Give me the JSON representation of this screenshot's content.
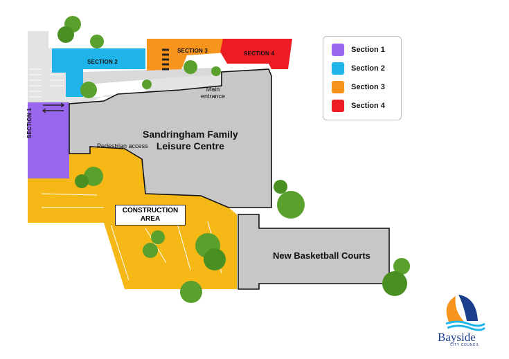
{
  "colors": {
    "section_1": "#9966ee",
    "section_2": "#1fb5ea",
    "section_3": "#f7941d",
    "section_4": "#ed1c24",
    "construction": "#f6b817",
    "building": "#c7c7c7",
    "road": "#e3e3e3",
    "tree": "#5aa02c",
    "logo_blue": "#1a3e8c"
  },
  "legend": [
    {
      "label": "Section 1",
      "color": "#9966ee"
    },
    {
      "label": "Section 2",
      "color": "#1fb5ea"
    },
    {
      "label": "Section 3",
      "color": "#f7941d"
    },
    {
      "label": "Section 4",
      "color": "#ed1c24"
    }
  ],
  "map": {
    "section_1_label": "SECTION 1",
    "section_2_label": "SECTION 2",
    "section_3_label": "SECTION 3",
    "section_4_label": "SECTION 4",
    "building_name_line1": "Sandringham Family",
    "building_name_line2": "Leisure Centre",
    "main_entrance_line1": "Main",
    "main_entrance_line2": "entrance",
    "pedestrian_access": "Pedestrian access",
    "construction_line1": "CONSTRUCTION",
    "construction_line2": "AREA",
    "courts_label": "New Basketball Courts"
  },
  "logo": {
    "name": "Bayside",
    "subtitle": "CITY COUNCIL"
  }
}
